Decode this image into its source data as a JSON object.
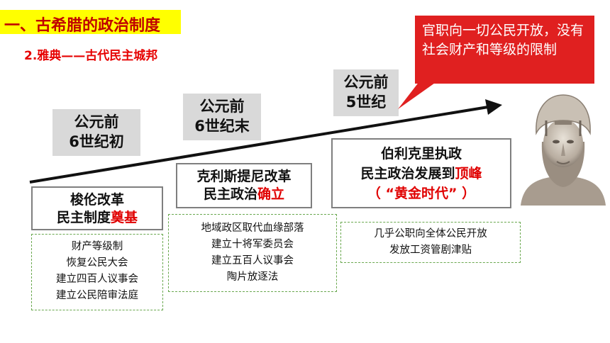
{
  "title": "一、古希腊的政治制度",
  "subtitle": "2.雅典——古代民主城邦",
  "periods": [
    {
      "line1": "公元前",
      "line2": "6世纪初"
    },
    {
      "line1": "公元前",
      "line2": "6世纪末"
    },
    {
      "line1": "公元前",
      "line2": "5世纪"
    }
  ],
  "reforms": [
    {
      "line1": "梭伦改革",
      "line2_prefix": "民主制度",
      "line2_highlight": "奠基"
    },
    {
      "line1": "克利斯提尼改革",
      "line2_prefix": "民主政治",
      "line2_highlight": "确立"
    },
    {
      "line1": "伯利克里执政",
      "line2_prefix": "民主政治发展到",
      "line2_highlight": "顶峰",
      "line3": "（  “黄金时代”  ）"
    }
  ],
  "details": [
    [
      "财产等级制",
      "恢复公民大会",
      "建立四百人议事会",
      "建立公民陪审法庭"
    ],
    [
      "地域政区取代血缘部落",
      "建立十将军委员会",
      "建立五百人议事会",
      "陶片放逐法"
    ],
    [
      "几乎公职向全体公民开放",
      "发放工资管剧津贴"
    ]
  ],
  "callout": "官职向一切公民开放，没有社会财产和等级的限制",
  "colors": {
    "accent_red": "#e00000",
    "title_bg": "#ffff00",
    "period_bg": "#d9d9d9",
    "dash_green": "#6aa84f"
  },
  "icons": {
    "portrait": "pericles-bust-icon"
  }
}
